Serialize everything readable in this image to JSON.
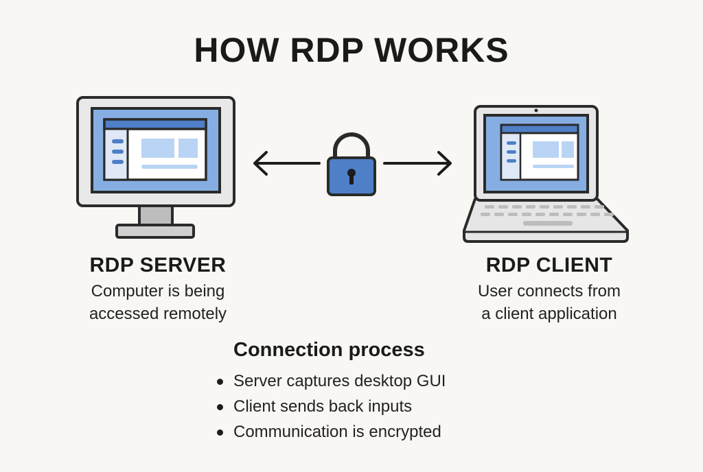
{
  "title": "HOW RDP WORKS",
  "server": {
    "title": "RDP SERVER",
    "description_lines": [
      "Computer is being",
      "accessed remotely"
    ]
  },
  "client": {
    "title": "RDP CLIENT",
    "description_lines": [
      "User connects from",
      "a client application"
    ]
  },
  "connection": {
    "icon": "padlock-icon",
    "arrows": "bidirectional"
  },
  "process": {
    "heading": "Connection process",
    "items": [
      "Server captures desktop GUI",
      "Client sends back inputs",
      "Communication is encrypted"
    ]
  },
  "colors": {
    "background": "#f8f7f3",
    "outline": "#2a2a2a",
    "screen_blue": "#86aee2",
    "accent_blue": "#4f7fc6",
    "light_blue": "#b9d4f4",
    "gray": "#c8c8c8",
    "panel_gray": "#e6e6e6"
  }
}
